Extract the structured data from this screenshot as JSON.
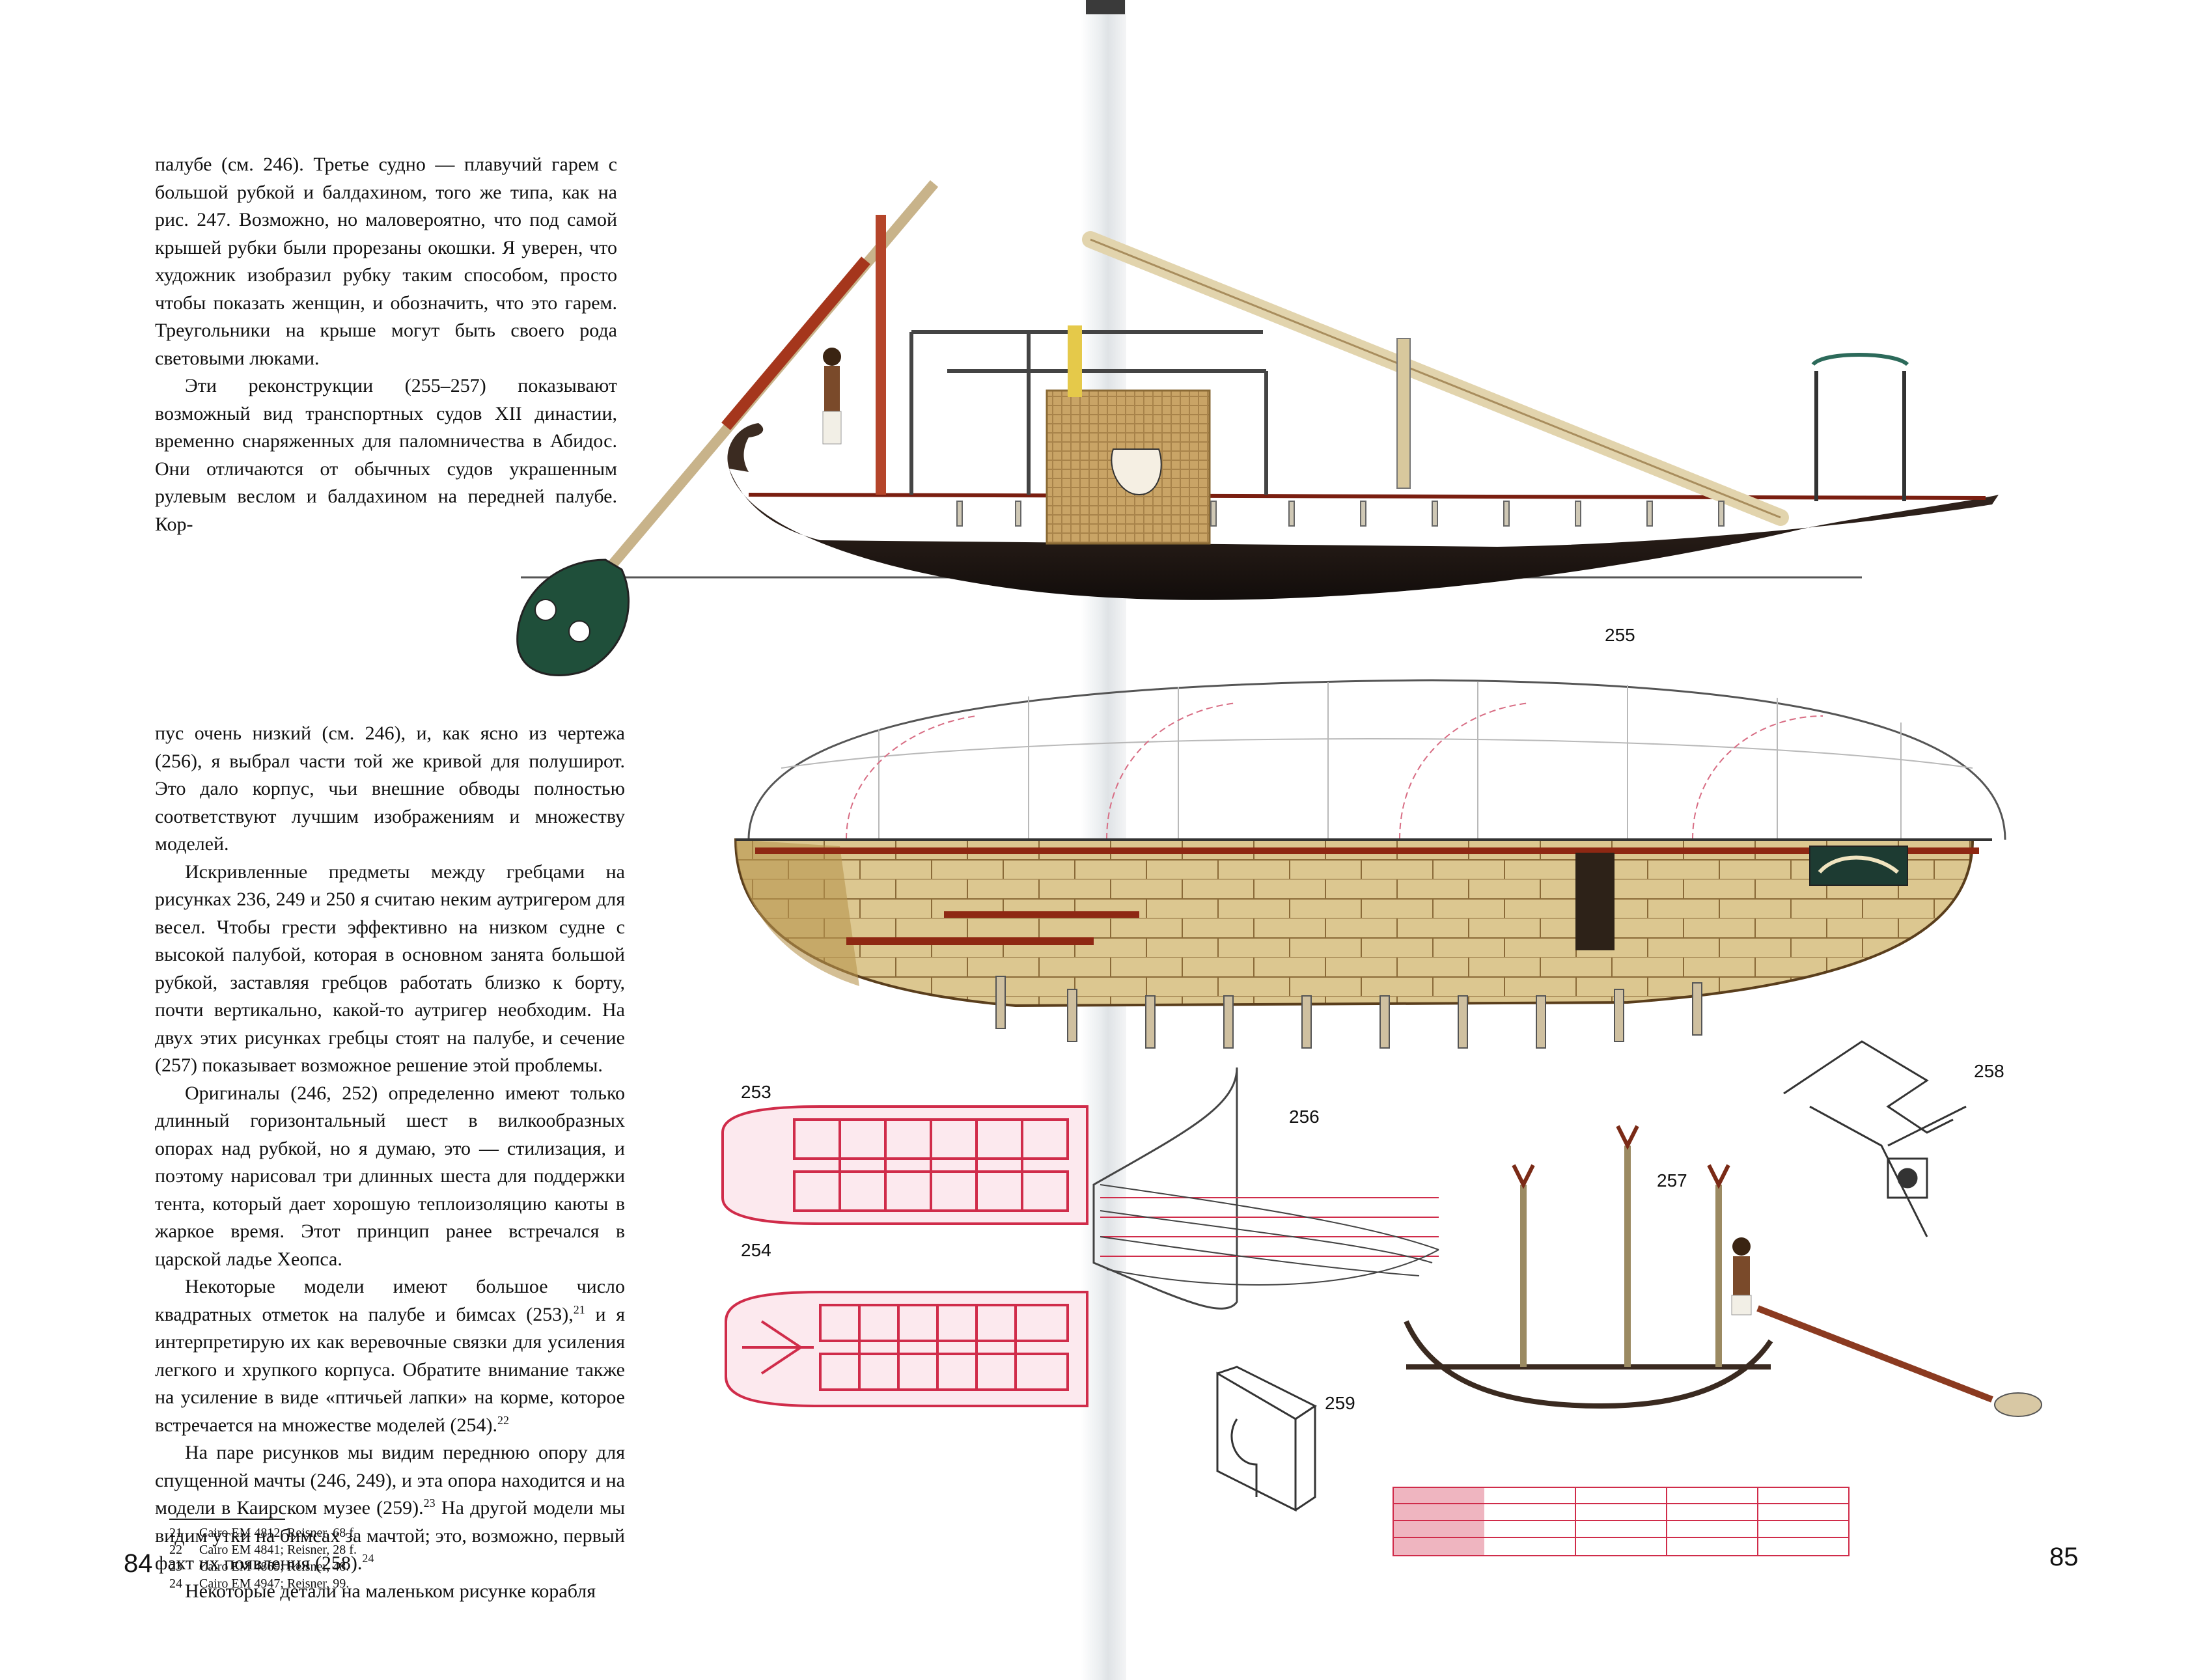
{
  "page_left": {
    "top_column": [
      "палубе (см. 246). Третье судно — плавучий гарем с большой рубкой и балдахином, того же типа, как на рис. 247. Возможно, но маловероятно, что под самой крышей рубки были прорезаны окошки. Я уверен, что художник изобразил рубку таким способом, просто чтобы показать женщин, и обозначить, что это гарем. Треугольники на крыше могут быть своего рода световыми люками.",
      "Эти реконструкции (255–257) показывают возможный вид транспортных судов XII династии, временно снаряженных для паломничества в Абидос. Они отличаются от обычных судов украшенным рулевым веслом и балдахином на передней палубе. Кор-"
    ],
    "bottom_column": {
      "p1": "пус очень низкий (см. 246), и, как ясно из чертежа (256), я выбрал части той же кривой для полуширот. Это дало корпус, чьи внешние обводы полностью соответствуют лучшим изображениям и множеству моделей.",
      "p2": "Искривленные предметы между гребцами на рисунках 236, 249 и 250 я считаю неким аутригером для весел. Чтобы грести эффективно на низком судне с высокой палубой, которая в основном занята большой рубкой, заставляя гребцов работать близко к борту, почти вертикально, какой-то аутригер необходим. На двух этих рисунках гребцы стоят на палубе, и сечение (257) показывает возможное решение этой проблемы.",
      "p3": "Оригиналы (246, 252) определенно имеют только длинный горизонтальный шест в вилкообразных опорах над рубкой, но я думаю, это — стилизация, и поэтому нарисовал три длинных шеста для поддержки тента, который дает хорошую теплоизоляцию каюты в жаркое время. Этот принцип ранее встречался в царской ладье Хеопса.",
      "p4_text": "Некоторые модели имеют большое число квадратных отметок на палубе и бимсах (253),",
      "p4_sup1": "21",
      "p4_text2": " и я интерпретирую их как веревочные связки для усиления легкого и хрупкого корпуса. Обратите внимание также на усиление в виде «птичьей лапки» на корме, которое встречается на множестве моделей (254).",
      "p4_sup2": "22",
      "p5_text": "На паре рисунков мы видим переднюю опору для спущенной мачты (246, 249), и эта опора находится и на модели в Каирском музее (259).",
      "p5_sup1": "23",
      "p5_text2": " На другой модели мы видим утки на бимсах за мачтой; это, возможно, первый факт их появления (258).",
      "p5_sup2": "24",
      "p6": "Некоторые детали на маленьком рисунке корабля"
    },
    "footnotes": [
      {
        "num": "21",
        "text": "Cairo EM 4812; Reisner, 68 f."
      },
      {
        "num": "22",
        "text": "Cairo EM 4841; Reisner, 28 f."
      },
      {
        "num": "23",
        "text": "Cairo EM 4869; Reisner, 48."
      },
      {
        "num": "24",
        "text": "Cairo EM 4947; Reisner, 99."
      }
    ],
    "page_number": "84"
  },
  "page_right": {
    "page_number": "85"
  },
  "figures": {
    "fig255": "255",
    "fig253": "253",
    "fig254": "254",
    "fig256": "256",
    "fig257": "257",
    "fig258": "258",
    "fig259": "259"
  },
  "colors": {
    "hull_dark": "#1c1512",
    "hull_red": "#8b2a14",
    "oar_tan": "#c9a97a",
    "plank": "#d8c48e",
    "plank_line": "#7a5a2c",
    "diagram_red": "#d02c4a",
    "drawing_line": "#444444"
  }
}
